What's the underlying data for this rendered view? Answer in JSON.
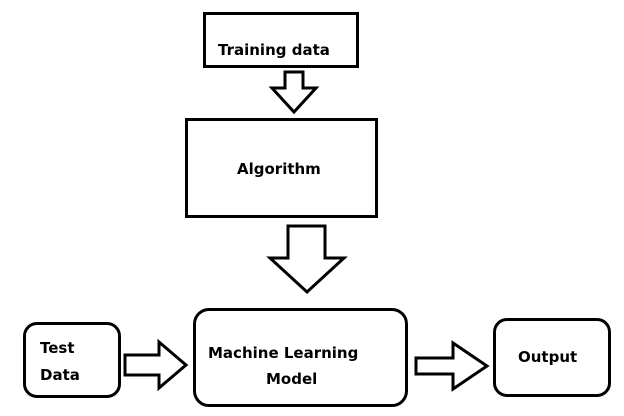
{
  "nodes": {
    "training_data": {
      "label": "Training data"
    },
    "algorithm": {
      "label": "Algorithm"
    },
    "test_data": {
      "line1": "Test",
      "line2": "Data"
    },
    "ml_model": {
      "line1": "Machine Learning",
      "line2": "Model"
    },
    "output": {
      "label": "Output"
    }
  },
  "edges": [
    {
      "from": "training_data",
      "to": "algorithm",
      "direction": "down"
    },
    {
      "from": "algorithm",
      "to": "ml_model",
      "direction": "down"
    },
    {
      "from": "test_data",
      "to": "ml_model",
      "direction": "right"
    },
    {
      "from": "ml_model",
      "to": "output",
      "direction": "right"
    }
  ],
  "colors": {
    "stroke": "#000000",
    "fill": "#ffffff"
  }
}
